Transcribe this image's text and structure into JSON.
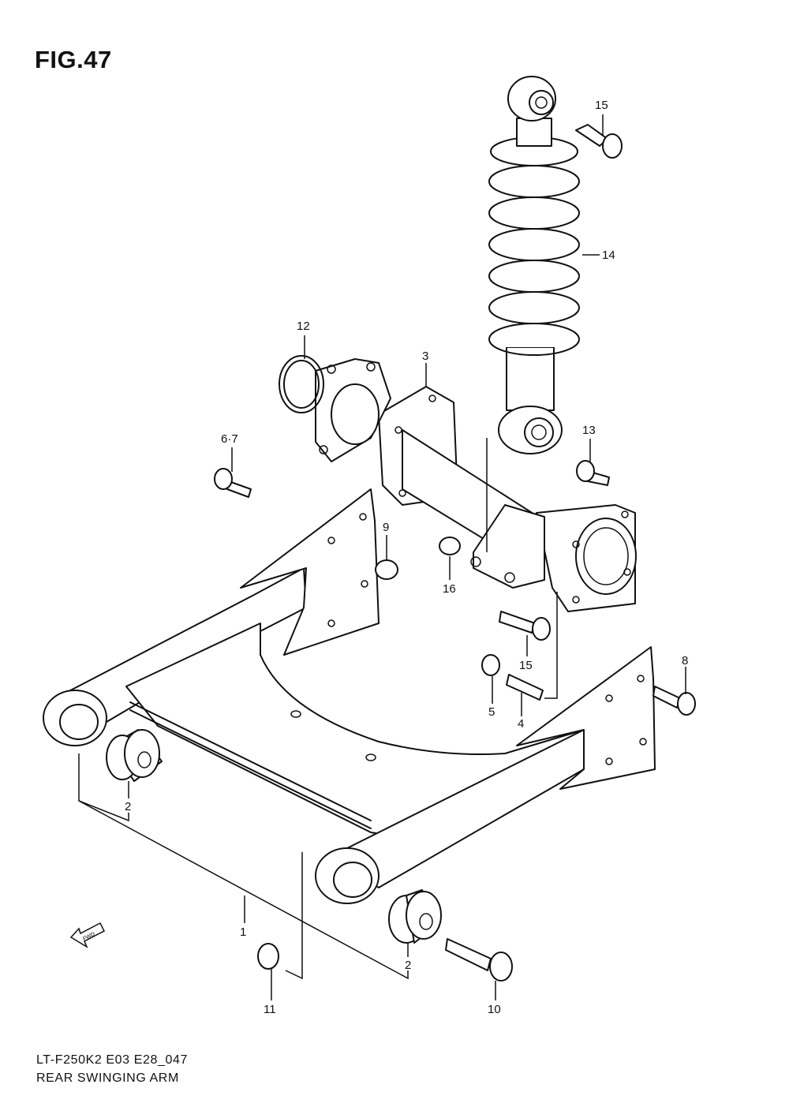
{
  "figure": {
    "title": "FIG.47",
    "code": "LT-F250K2 E03 E28_047",
    "name": "REAR SWINGING ARM",
    "fwd_label": "FWD"
  },
  "callouts": [
    {
      "id": "c1",
      "label": "1"
    },
    {
      "id": "c2a",
      "label": "2"
    },
    {
      "id": "c2b",
      "label": "2"
    },
    {
      "id": "c3",
      "label": "3"
    },
    {
      "id": "c4",
      "label": "4"
    },
    {
      "id": "c5",
      "label": "5"
    },
    {
      "id": "c67",
      "label": "6·7"
    },
    {
      "id": "c8",
      "label": "8"
    },
    {
      "id": "c9",
      "label": "9"
    },
    {
      "id": "c10",
      "label": "10"
    },
    {
      "id": "c11",
      "label": "11"
    },
    {
      "id": "c12",
      "label": "12"
    },
    {
      "id": "c13",
      "label": "13"
    },
    {
      "id": "c14",
      "label": "14"
    },
    {
      "id": "c15a",
      "label": "15"
    },
    {
      "id": "c15b",
      "label": "15"
    },
    {
      "id": "c16",
      "label": "16"
    }
  ]
}
